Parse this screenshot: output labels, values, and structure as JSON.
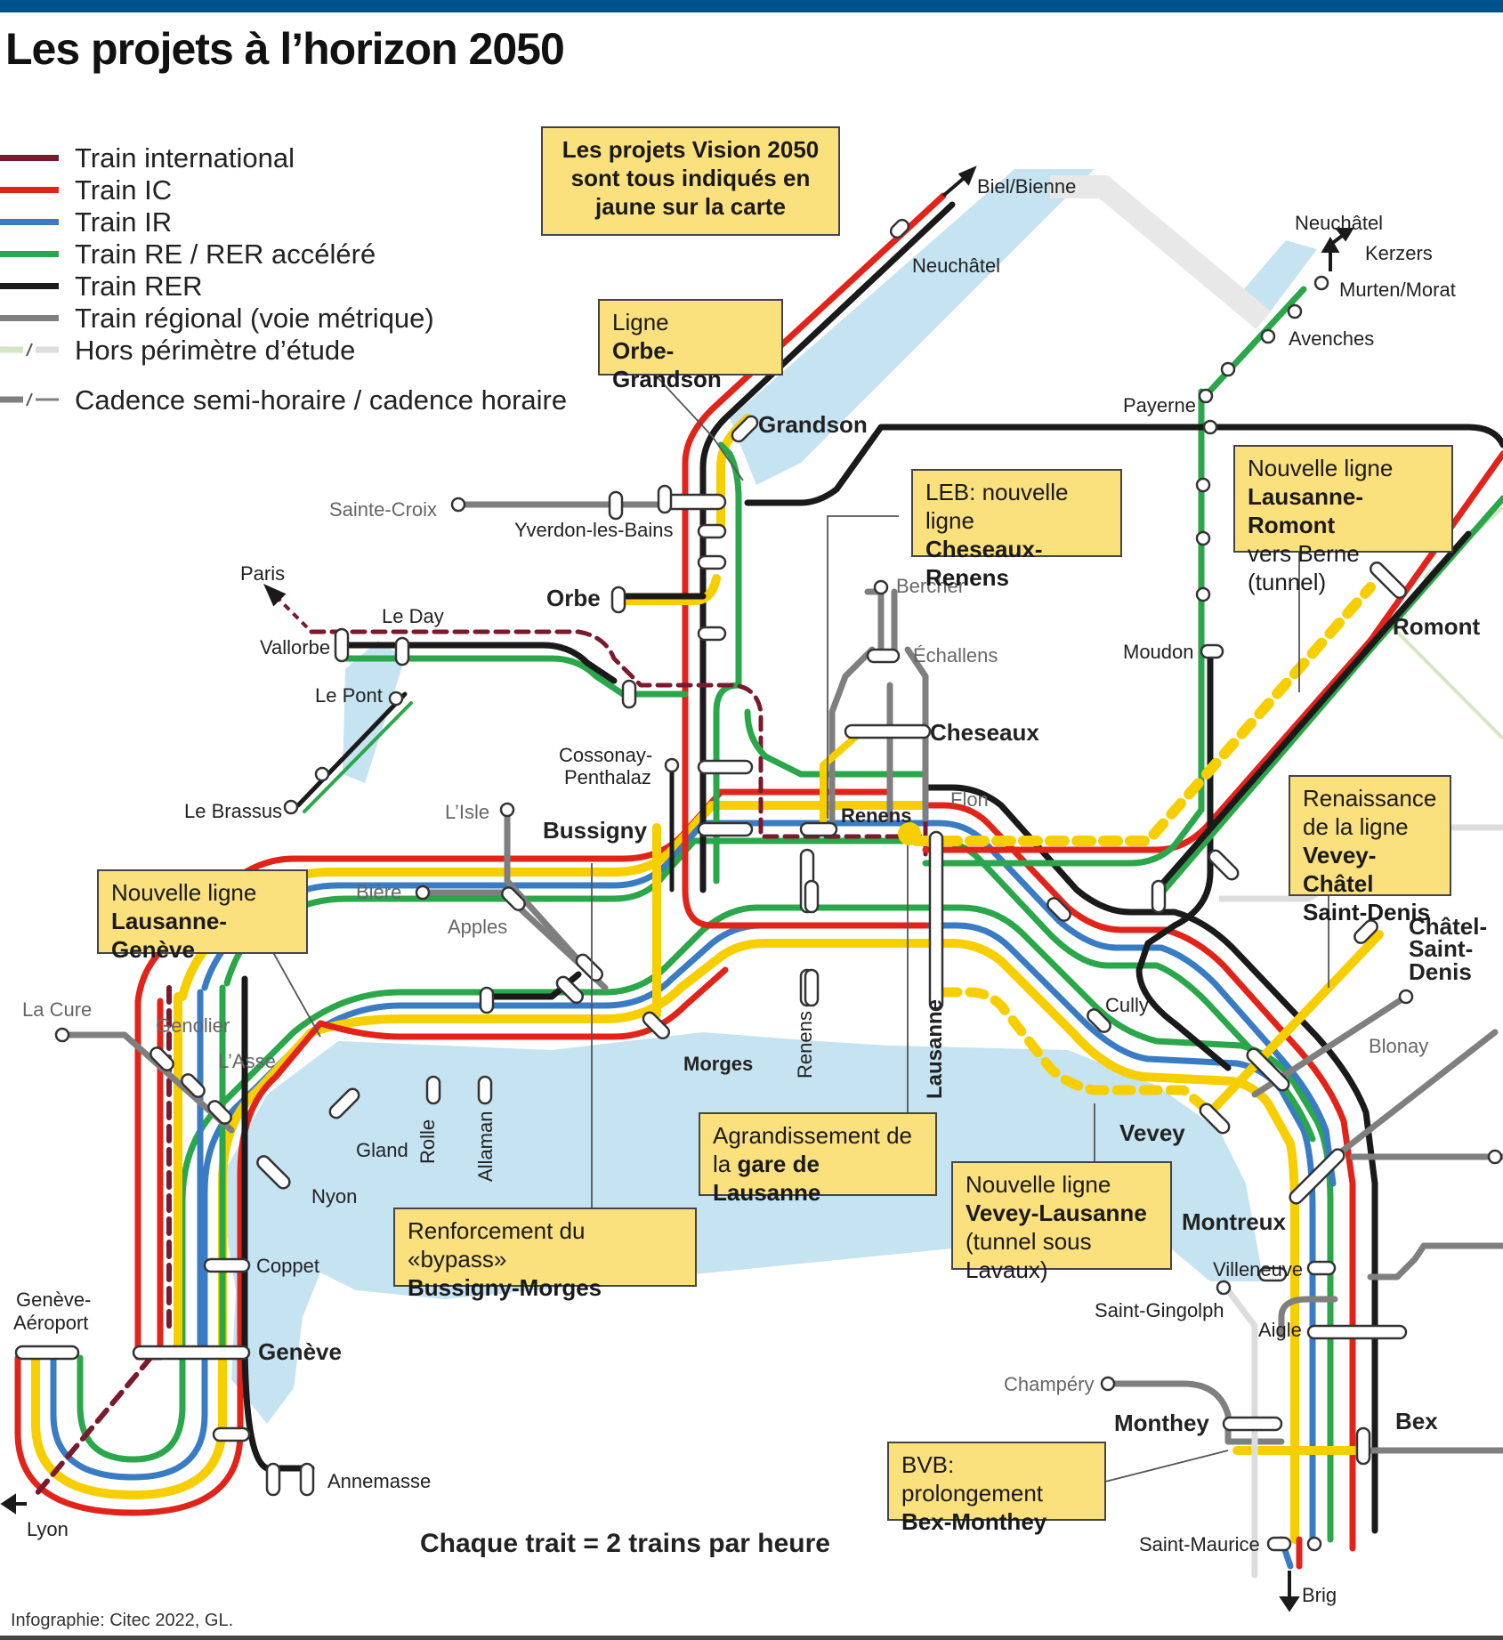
{
  "title": "Les projets à l’horizon 2050",
  "legend": [
    {
      "label": "Train international",
      "color": "#7a1a2e"
    },
    {
      "label": "Train IC",
      "color": "#e2231a"
    },
    {
      "label": "Train IR",
      "color": "#3a7cc4"
    },
    {
      "label": "Train RE / RER accéléré",
      "color": "#2aa74a"
    },
    {
      "label": "Train RER",
      "color": "#1a1a1a"
    },
    {
      "label": "Train régional (voie métrique)",
      "color": "#7f7f7f"
    },
    {
      "label": "Hors périmètre d’étude",
      "color": "#d5e6c4"
    },
    {
      "label": "Cadence semi-horaire / cadence horaire",
      "color": "#7f7f7f"
    }
  ],
  "colors": {
    "international": "#7a1a2e",
    "ic": "#e2231a",
    "ir": "#3a7cc4",
    "re": "#2aa74a",
    "rer": "#1a1a1a",
    "regional": "#7f7f7f",
    "vision": "#f7cf00",
    "lake": "#c5e3f1",
    "callout": "#fbe07e",
    "topbar": "#00528c"
  },
  "callouts": {
    "vision2050": {
      "l1": "Les projets Vision 2050",
      "l2": "sont tous indiqués en",
      "l3": "jaune sur la carte"
    },
    "orbe_grandson": {
      "plain": "Ligne",
      "bold": "Orbe-Grandson"
    },
    "leb": {
      "plain": "LEB: nouvelle ligne",
      "bold": "Cheseaux-Renens"
    },
    "lausanne_romont": {
      "plain": "Nouvelle ligne",
      "bold": "Lausanne-Romont",
      "plain2": "vers Berne (tunnel)"
    },
    "vevey_chatel": {
      "plain": "Renaissance",
      "plain2": "de la ligne",
      "bold": "Vevey-Châtel",
      "bold2": "Saint-Denis"
    },
    "lausanne_geneve": {
      "plain": "Nouvelle ligne",
      "bold": "Lausanne-Genève"
    },
    "gare_lausanne": {
      "plain": "Agrandissement de",
      "plain2": "la ",
      "bold": "gare de Lausanne"
    },
    "vevey_lausanne": {
      "plain": "Nouvelle ligne",
      "bold": "Vevey-Lausanne",
      "plain2": "(tunnel sous Lavaux)"
    },
    "bypass": {
      "plain": "Renforcement du «bypass»",
      "bold": "Bussigny-Morges"
    },
    "bvb": {
      "plain": "BVB: prolongement",
      "bold": "Bex-Monthey"
    }
  },
  "places": {
    "biel": "Biel/Bienne",
    "neuchatel": "Neuchâtel",
    "neuchatel2": "Neuchâtel",
    "kerzers": "Kerzers",
    "murten": "Murten/Morat",
    "avenches": "Avenches",
    "payerne": "Payerne",
    "grandson": "Grandson",
    "sainte_croix": "Sainte-Croix",
    "yverdon": "Yverdon-les-Bains",
    "orbe": "Orbe",
    "paris": "Paris",
    "le_day": "Le Day",
    "vallorbe": "Vallorbe",
    "le_pont": "Le Pont",
    "le_brassus": "Le Brassus",
    "cossonay1": "Cossonay-",
    "cossonay2": "Penthalaz",
    "bussigny": "Bussigny",
    "lisle": "L’Isle",
    "biere": "Bière",
    "apples": "Apples",
    "bercher": "Bercher",
    "echallens": "Échallens",
    "cheseaux": "Cheseaux",
    "flon": "Flon",
    "renens": "Renens",
    "renens2": "Renens",
    "moudon": "Moudon",
    "romont": "Romont",
    "chatel1": "Châtel-",
    "chatel2": "Saint-",
    "chatel3": "Denis",
    "blonay": "Blonay",
    "cully": "Cully",
    "lausanne": "Lausanne",
    "vevey": "Vevey",
    "montreux": "Montreux",
    "villeneuve": "Villeneuve",
    "saint_gingolph": "Saint-Gingolph",
    "aigle": "Aigle",
    "champery": "Champéry",
    "monthey": "Monthey",
    "bex": "Bex",
    "saint_maurice": "Saint-Maurice",
    "brig": "Brig",
    "morges": "Morges",
    "la_cure": "La Cure",
    "genolier": "Genolier",
    "lasse": "L’Asse",
    "gland": "Gland",
    "rolle": "Rolle",
    "allaman": "Allaman",
    "nyon": "Nyon",
    "coppet": "Coppet",
    "geneve_aero1": "Genève-",
    "geneve_aero2": "Aéroport",
    "geneve": "Genève",
    "annemasse": "Annemasse",
    "lyon": "Lyon"
  },
  "footer": "Chaque trait = 2 trains par heure",
  "credit": "Infographie: Citec 2022, GL."
}
